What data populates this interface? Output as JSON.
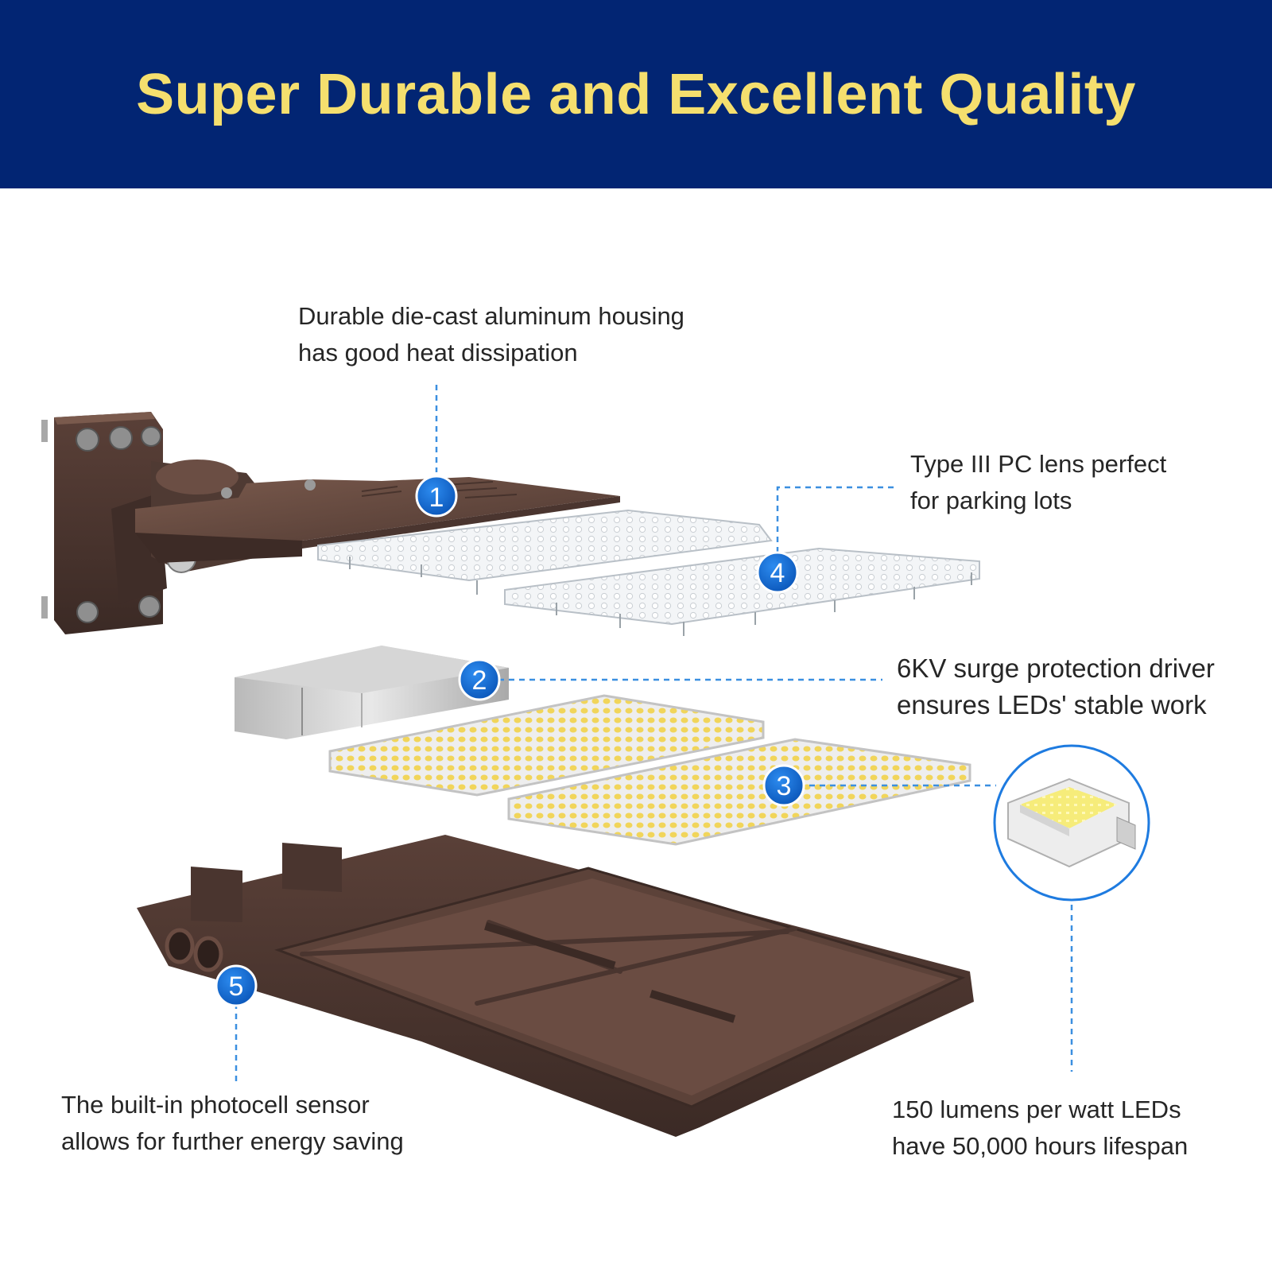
{
  "header": {
    "title": "Super Durable and Excellent Quality",
    "background_color": "#022573",
    "title_color": "#f5df6e"
  },
  "markers": {
    "m1": "1",
    "m2": "2",
    "m3": "3",
    "m4": "4",
    "m5": "5",
    "color": "#0f6fd6"
  },
  "callouts": {
    "housing": {
      "line1": "Durable die-cast aluminum housing",
      "line2": "has good heat dissipation"
    },
    "lens": {
      "line1": "Type III PC lens perfect",
      "line2": "for parking lots"
    },
    "driver": {
      "line1": "6KV surge protection driver",
      "line2": "ensures LEDs' stable work"
    },
    "leds": {
      "line1": "150 lumens per watt LEDs",
      "line2": "have 50,000 hours lifespan"
    },
    "photocell": {
      "line1": "The built-in photocell sensor",
      "line2": "allows for further energy saving"
    }
  },
  "icons": [
    "led-chip-icon"
  ],
  "colors": {
    "housing_brown": "#5b4238",
    "leader_line": "#3b8fe0"
  }
}
